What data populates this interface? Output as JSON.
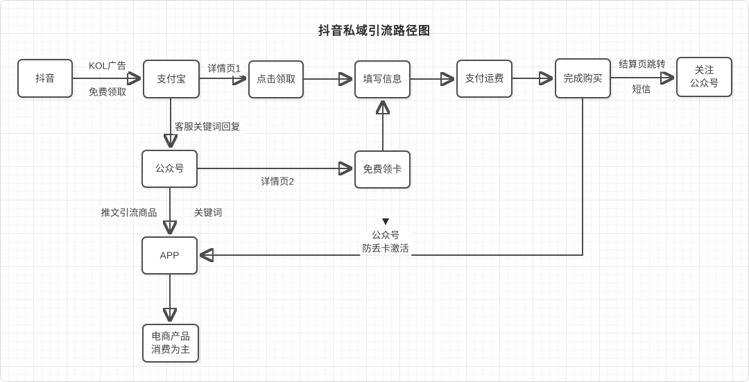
{
  "title": "抖音私域引流路径图",
  "nodes": {
    "douyin": "抖音",
    "alipay": "支付宝",
    "click_receive": "点击领取",
    "fill_info": "填写信息",
    "pay_shipping": "支付运费",
    "complete_purchase": "完成购买",
    "follow_official_line1": "关注",
    "follow_official_line2": "公众号",
    "official_account": "公众号",
    "free_card": "免费领卡",
    "app": "APP",
    "ecommerce_line1": "电商产品",
    "ecommerce_line2": "消费为主"
  },
  "edge_labels": {
    "kol_ad": "KOL广告",
    "free_receive": "免费领取",
    "detail_page1": "详情页1",
    "checkout_redirect": "结算页跳转",
    "sms": "短信",
    "cs_keyword_reply": "客服关键词回复",
    "detail_page2": "详情页2",
    "tweet_traffic": "推文引流商品",
    "keyword": "关键词",
    "note_line1": "公众号",
    "note_line2": "防丢卡激活"
  },
  "colors": {
    "line": "#4c4c4c",
    "node_border": "#4f4f4f",
    "text": "#3d3d3d",
    "grid_minor": "#f4f4f6",
    "grid_major": "#e9e9ec"
  }
}
